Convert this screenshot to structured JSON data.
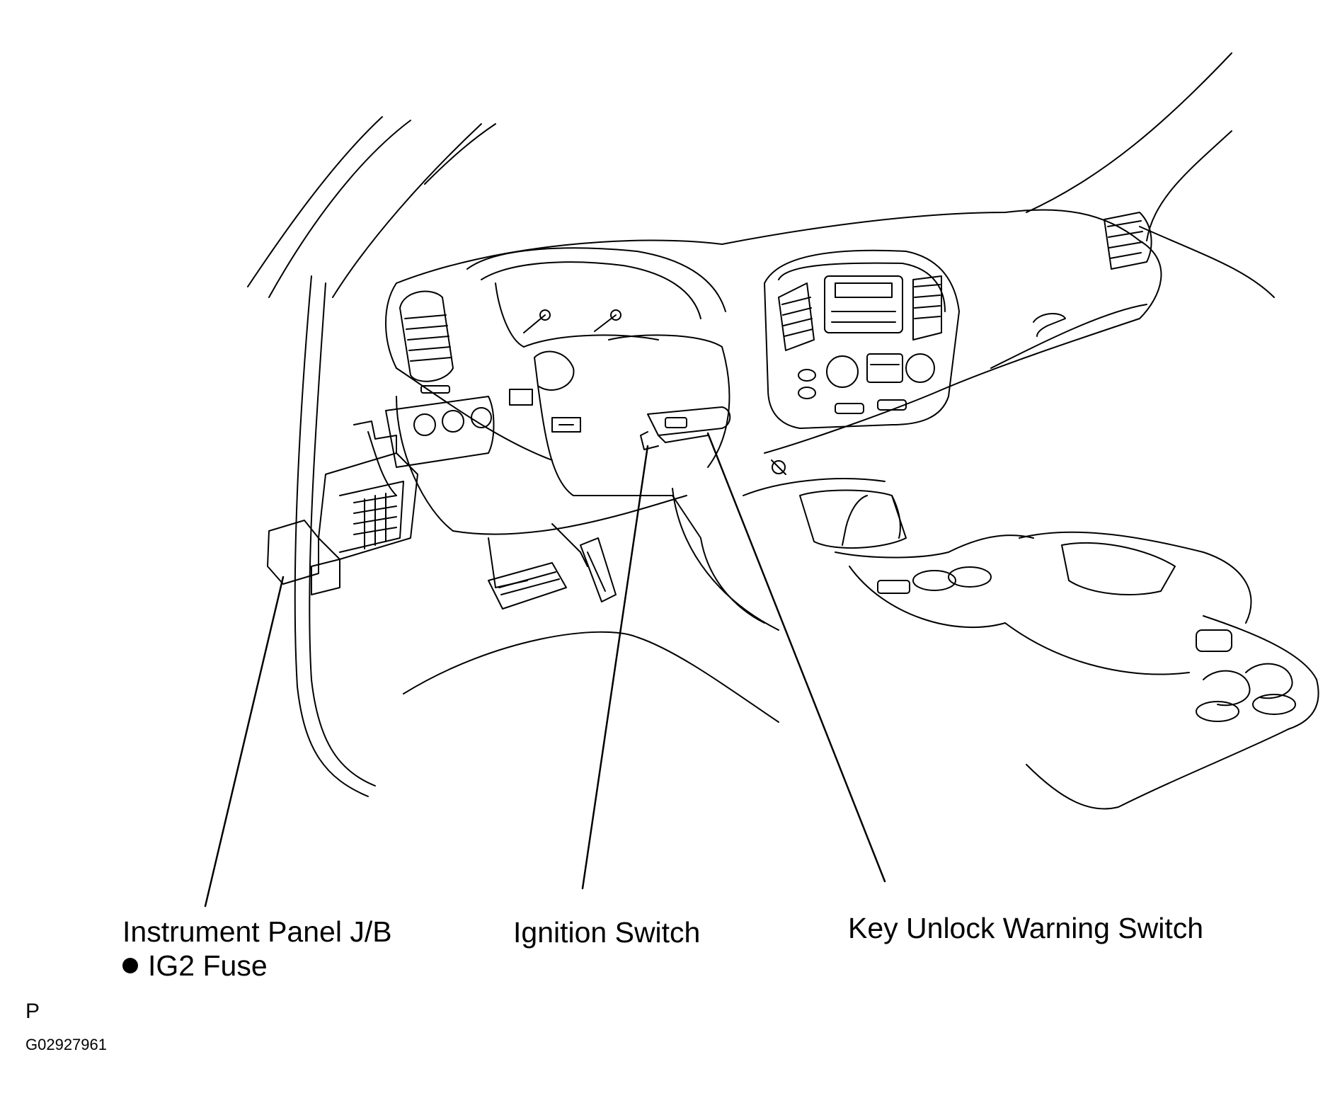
{
  "labels": {
    "instrument_panel_jb": "Instrument Panel J/B",
    "ig2_fuse": "IG2 Fuse",
    "ignition_switch": "Ignition Switch",
    "key_unlock_warning_switch": "Key Unlock Warning Switch"
  },
  "footer": {
    "corner_letter": "P",
    "figure_code": "G02927961"
  },
  "colors": {
    "line": "#000000",
    "background": "#ffffff"
  }
}
